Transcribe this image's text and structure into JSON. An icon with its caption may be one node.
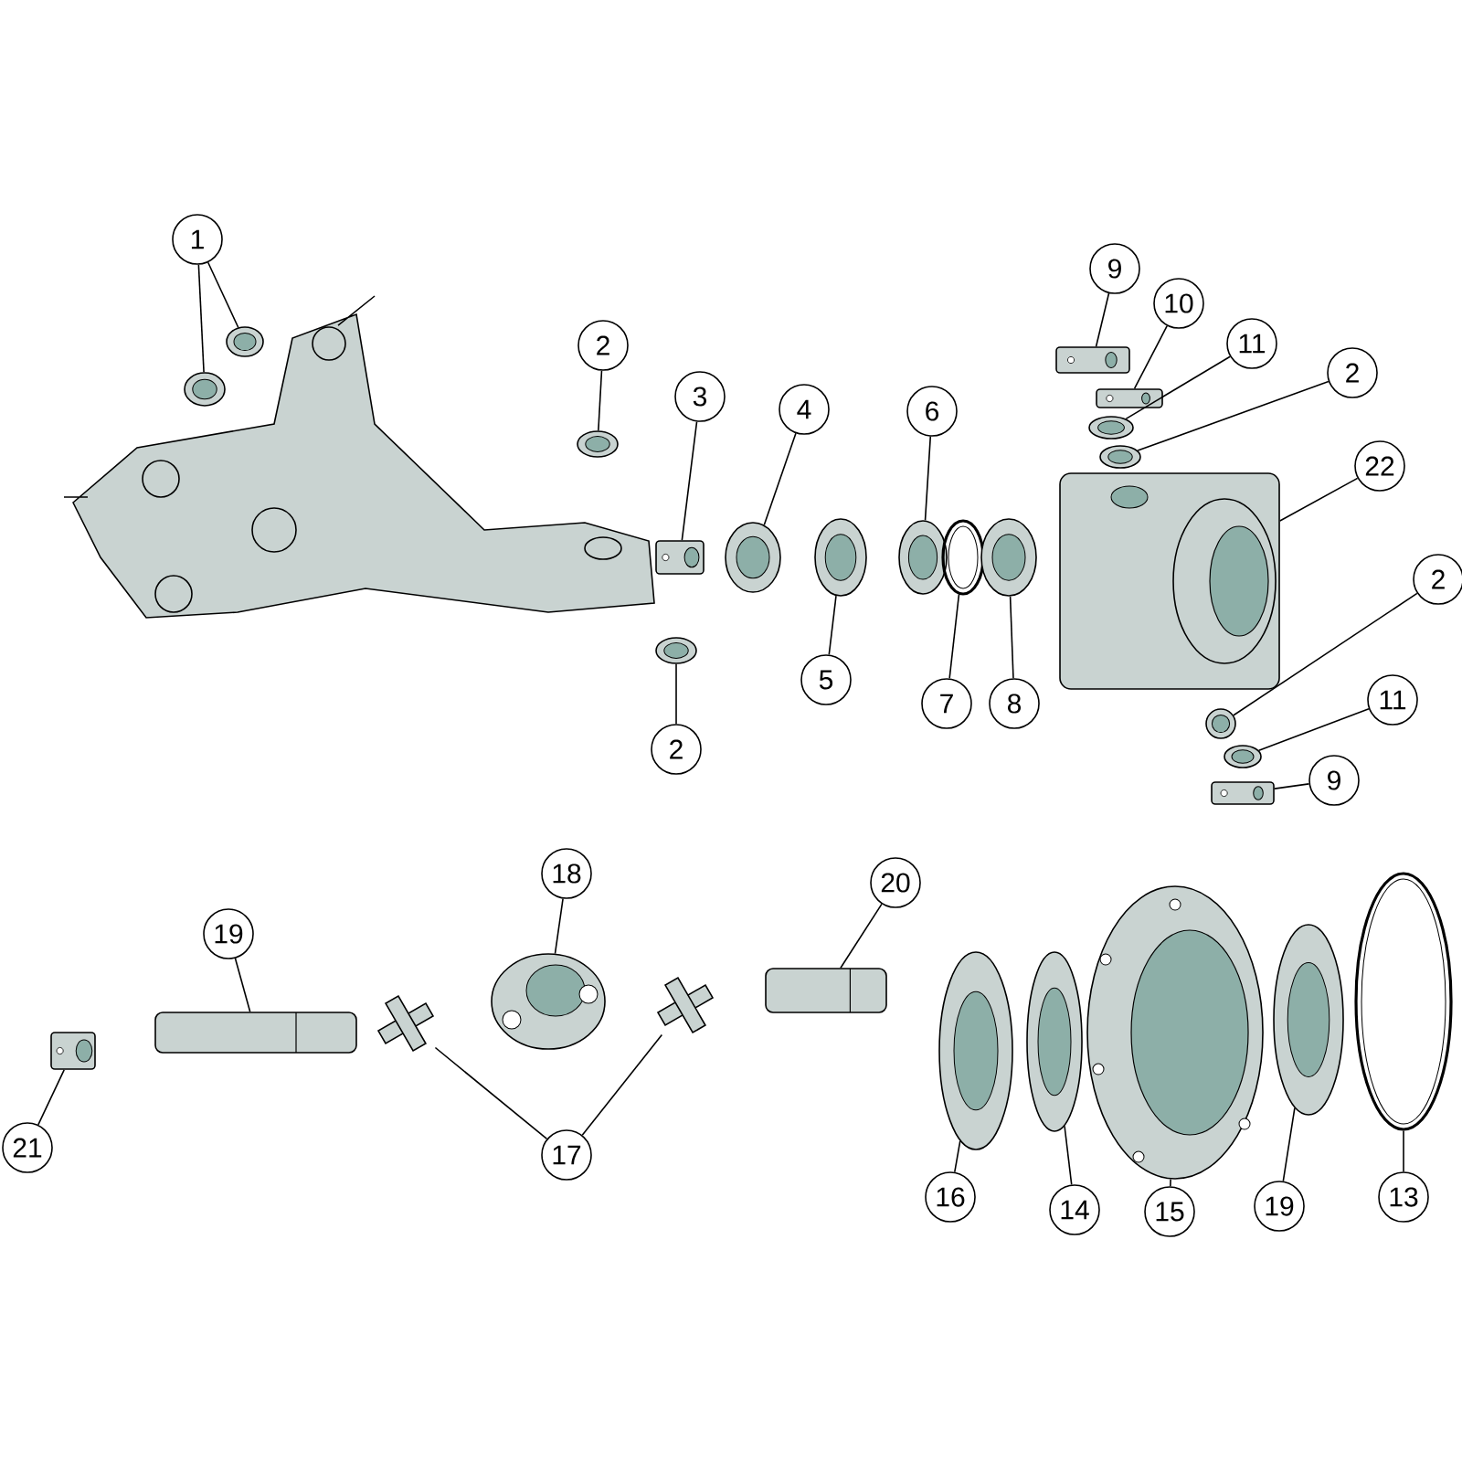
{
  "diagram": {
    "nodes": [
      {
        "text": [
          "1"
        ]
      },
      {
        "text": [],
        "shape": "picture"
      },
      {
        "text": [],
        "shape": "picture"
      },
      {
        "text": [
          "2"
        ]
      },
      {
        "text": [],
        "shape": "picture"
      },
      {
        "text": [
          "3"
        ]
      },
      {
        "text": [],
        "shape": "picture"
      },
      {
        "text": [
          "4"
        ]
      },
      {
        "text": [],
        "shape": "picture"
      },
      {
        "text": [
          "5"
        ]
      },
      {
        "text": [],
        "shape": "picture"
      },
      {
        "text": [
          "6"
        ]
      },
      {
        "text": [],
        "shape": "picture"
      },
      {
        "text": [
          "7"
        ]
      },
      {
        "text": [],
        "shape": "picture"
      },
      {
        "text": [
          "8"
        ]
      },
      {
        "text": [],
        "shape": "picture"
      },
      {
        "text": [
          "9"
        ]
      },
      {
        "text": [],
        "shape": "picture"
      },
      {
        "text": [
          "10"
        ]
      },
      {
        "text": [],
        "shape": "picture"
      },
      {
        "text": [
          "11"
        ]
      },
      {
        "text": [],
        "shape": "picture"
      },
      {
        "text": [
          "2"
        ]
      },
      {
        "text": [],
        "shape": "picture"
      },
      {
        "text": [
          "22"
        ]
      },
      {
        "text": [],
        "shape": "picture"
      },
      {
        "text": [
          "2"
        ]
      },
      {
        "text": [],
        "shape": "picture"
      },
      {
        "text": [
          "11"
        ]
      },
      {
        "text": [],
        "shape": "picture"
      },
      {
        "text": [
          "9"
        ]
      },
      {
        "text": [],
        "shape": "picture"
      },
      {
        "text": [
          "2"
        ]
      },
      {
        "text": [],
        "shape": "picture"
      },
      {
        "text": [
          "18"
        ]
      },
      {
        "text": [],
        "shape": "picture"
      },
      {
        "text": [
          "19"
        ]
      },
      {
        "text": [],
        "shape": "picture"
      },
      {
        "text": [
          "17"
        ]
      },
      {
        "text": [],
        "shape": "picture"
      },
      {
        "text": [],
        "shape": "picture"
      },
      {
        "text": [
          "21"
        ]
      },
      {
        "text": [],
        "shape": "picture"
      },
      {
        "text": [
          "20"
        ]
      },
      {
        "text": [],
        "shape": "picture"
      },
      {
        "text": [
          "16"
        ]
      },
      {
        "text": [],
        "shape": "picture"
      },
      {
        "text": [
          "14"
        ]
      },
      {
        "text": [],
        "shape": "picture"
      },
      {
        "text": [
          "15"
        ]
      },
      {
        "text": [],
        "shape": "picture"
      },
      {
        "text": [
          "19"
        ]
      },
      {
        "text": [],
        "shape": "picture"
      },
      {
        "text": [
          "13"
        ]
      },
      {
        "text": [],
        "shape": "picture"
      }
    ],
    "edges": [
      {
        "from": 0,
        "to": 1,
        "arrow": "none"
      },
      {
        "from": 0,
        "to": 2,
        "arrow": "none"
      },
      {
        "from": 3,
        "to": 4,
        "arrow": "none"
      },
      {
        "from": 5,
        "to": 6,
        "arrow": "none"
      },
      {
        "from": 7,
        "to": 8,
        "arrow": "none"
      },
      {
        "from": 9,
        "to": 10,
        "arrow": "none"
      },
      {
        "from": 11,
        "to": 12,
        "arrow": "none"
      },
      {
        "from": 13,
        "to": 14,
        "arrow": "none"
      },
      {
        "from": 15,
        "to": 16,
        "arrow": "none"
      },
      {
        "from": 17,
        "to": 18,
        "arrow": "none"
      },
      {
        "from": 19,
        "to": 20,
        "arrow": "none"
      },
      {
        "from": 21,
        "to": 22,
        "arrow": "none"
      },
      {
        "from": 23,
        "to": 24,
        "arrow": "none"
      },
      {
        "from": 25,
        "to": 26,
        "arrow": "none"
      },
      {
        "from": 27,
        "to": 28,
        "arrow": "none"
      },
      {
        "from": 29,
        "to": 30,
        "arrow": "none"
      },
      {
        "from": 31,
        "to": 32,
        "arrow": "none"
      },
      {
        "from": 33,
        "to": 34,
        "arrow": "none"
      },
      {
        "from": 35,
        "to": 36,
        "arrow": "none"
      },
      {
        "from": 37,
        "to": 38,
        "arrow": "none"
      },
      {
        "from": 39,
        "to": 40,
        "arrow": "none"
      },
      {
        "from": 39,
        "to": 41,
        "arrow": "none"
      },
      {
        "from": 42,
        "to": 43,
        "arrow": "none"
      },
      {
        "from": 44,
        "to": 45,
        "arrow": "none"
      },
      {
        "from": 46,
        "to": 47,
        "arrow": "none"
      },
      {
        "from": 48,
        "to": 49,
        "arrow": "none"
      },
      {
        "from": 50,
        "to": 51,
        "arrow": "none"
      },
      {
        "from": 52,
        "to": 53,
        "arrow": "none"
      },
      {
        "from": 54,
        "to": 55,
        "arrow": "none"
      }
    ]
  }
}
